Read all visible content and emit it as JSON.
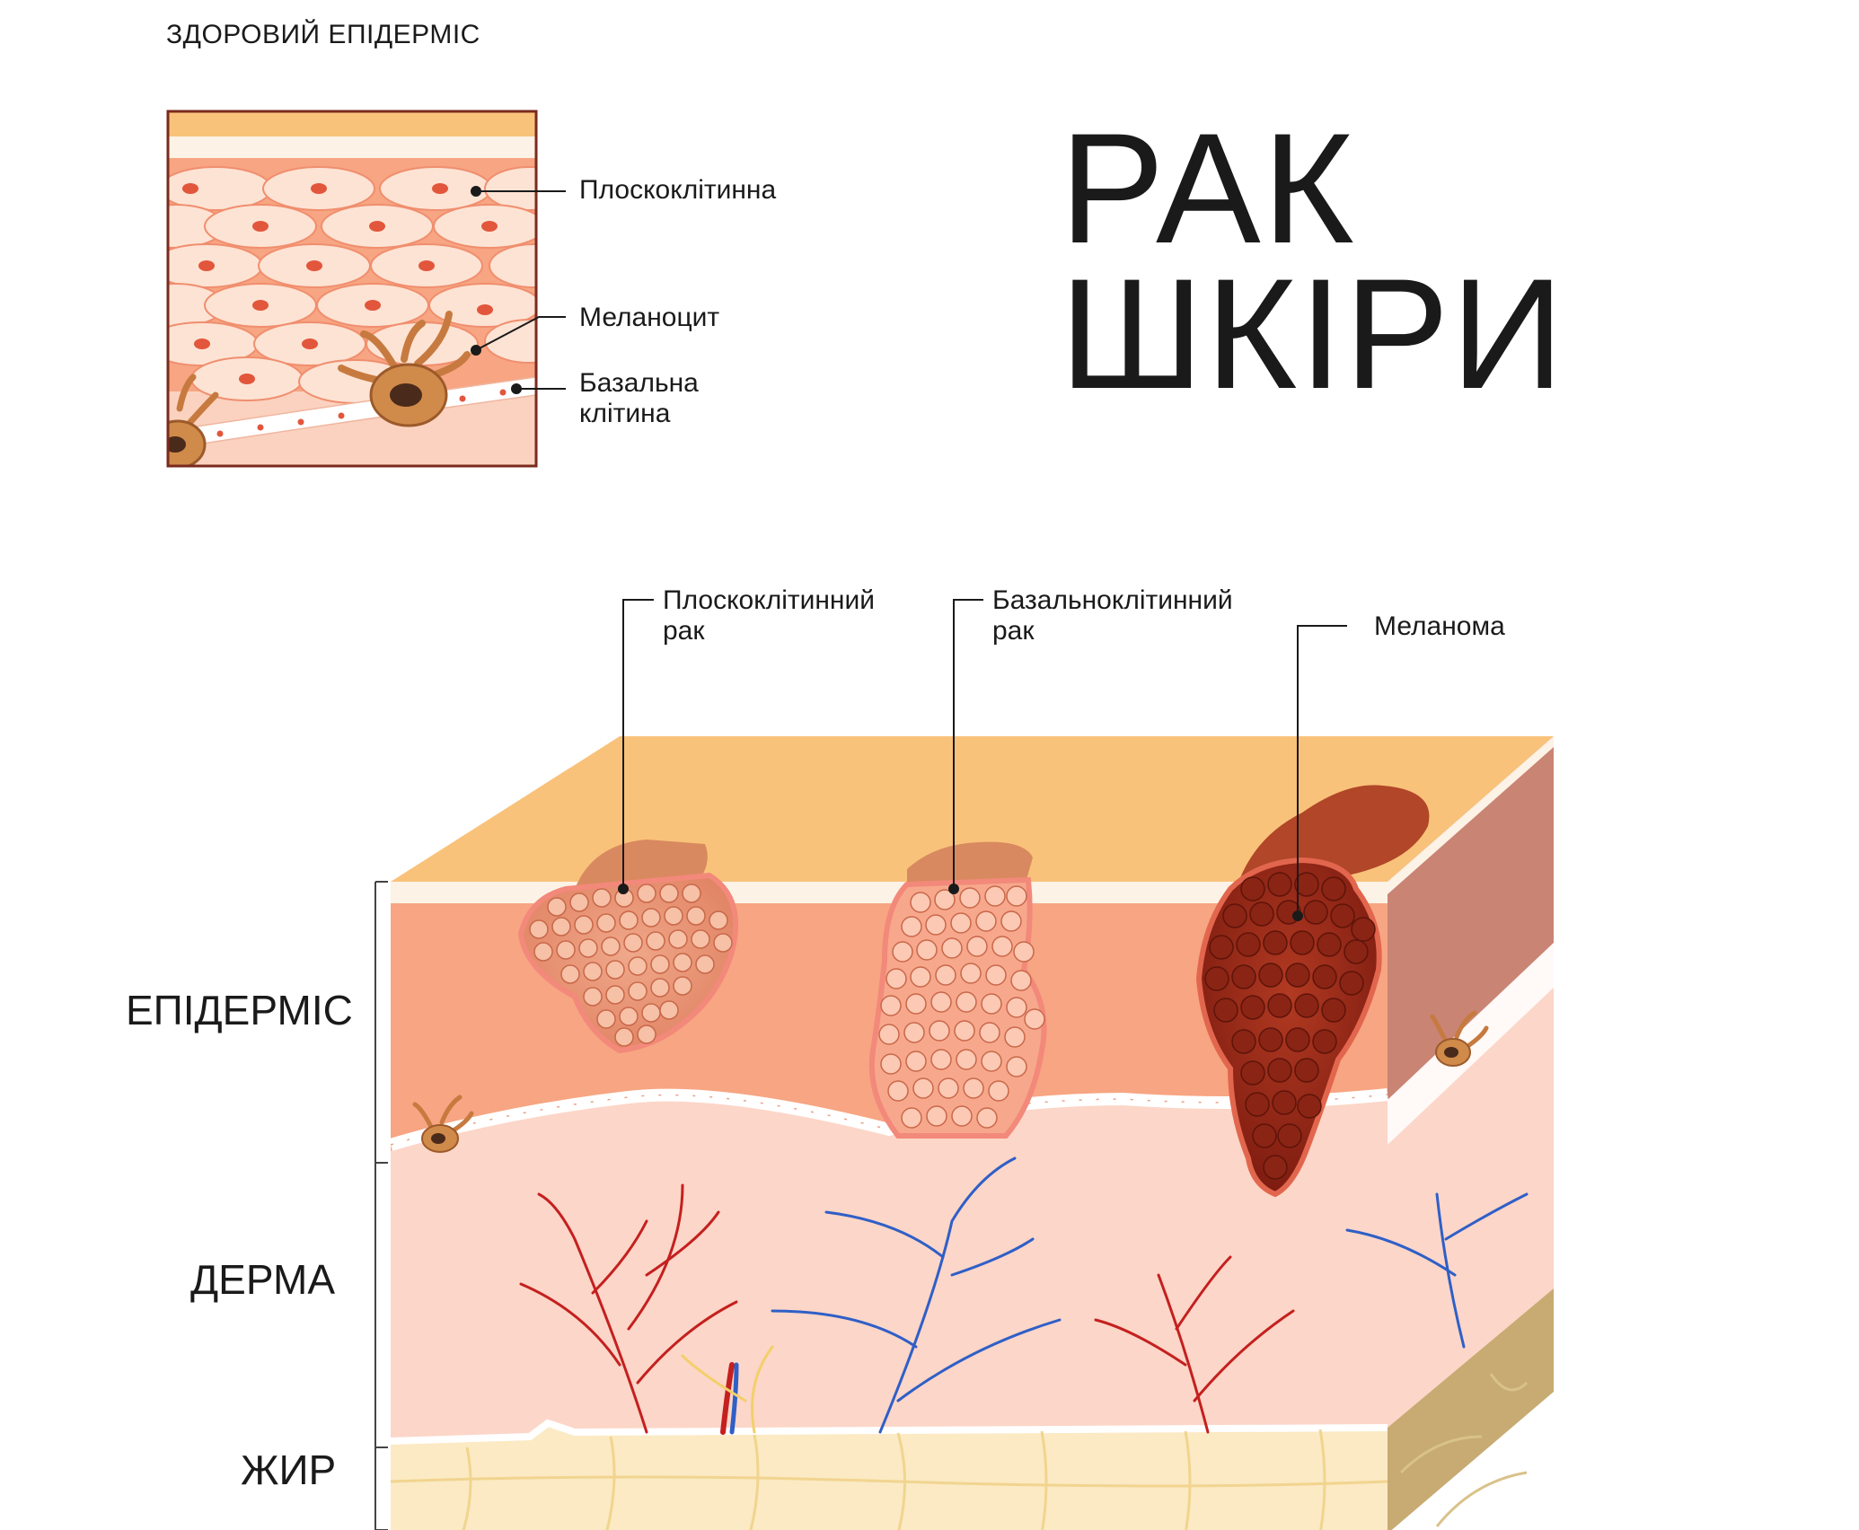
{
  "header": {
    "subtitle": "ЗДОРОВИЙ ЕПІДЕРМІС",
    "title_line1": "РАК",
    "title_line2": "ШКІРИ"
  },
  "healthy_labels": {
    "squamous": "Плоскоклітинна",
    "melanocyte": "Меланоцит",
    "basal_line1": "Базальна",
    "basal_line2": "клітина"
  },
  "cancer_labels": {
    "scc_line1": "Плоскоклітинний",
    "scc_line2": "рак",
    "bcc_line1": "Базальноклітинний",
    "bcc_line2": "рак",
    "melanoma": "Меланома"
  },
  "layers": {
    "epidermis": "ЕПІДЕРМІС",
    "dermis": "ДЕРМА",
    "fat": "ЖИР"
  },
  "colors": {
    "stratum": "#f9c27a",
    "epidermis": "#f7a582",
    "dermis": "#fcd6c8",
    "fat": "#fbeac3",
    "melanoma": "#9b2a1a",
    "artery": "#c4201f",
    "vein": "#2f5fc7"
  }
}
